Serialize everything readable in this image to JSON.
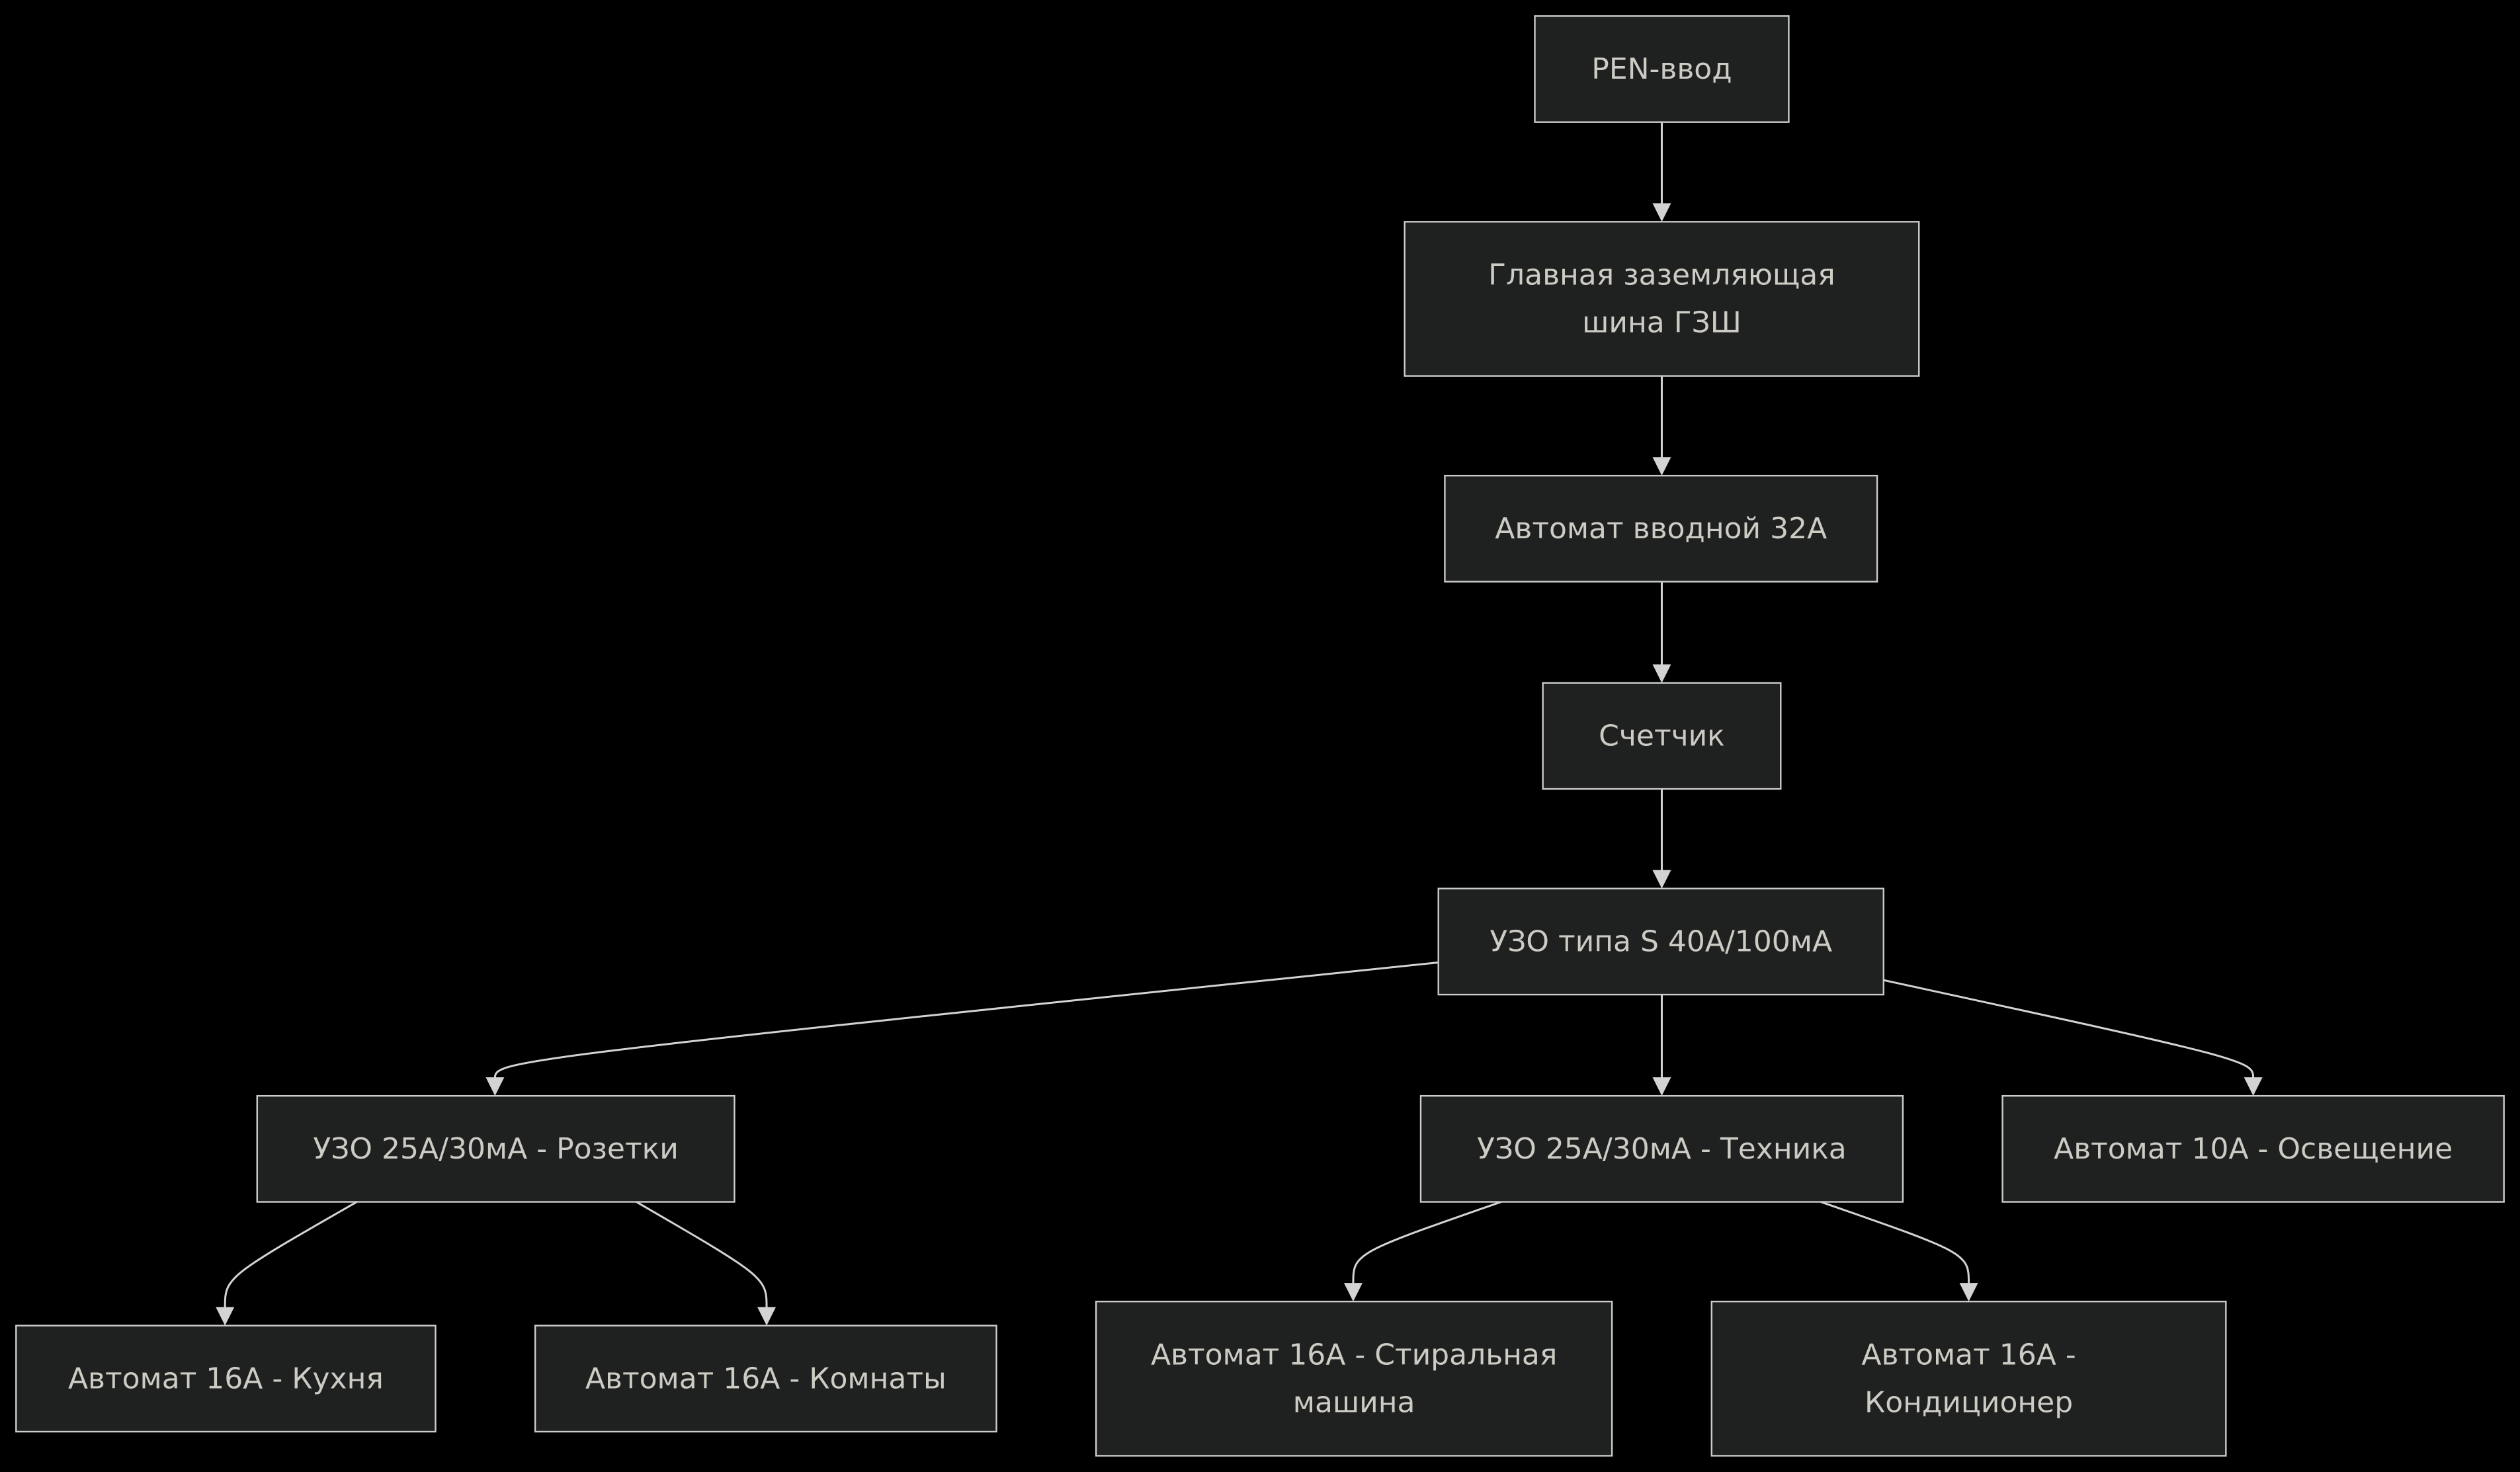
{
  "diagram": {
    "type": "flowchart",
    "direction": "top-down",
    "background": "#000000",
    "node_fill": "#1f2020",
    "node_stroke": "#cccccc",
    "text_color": "#ccccc4",
    "edge_color": "#d3d3d3",
    "nodes": [
      {
        "id": "pen",
        "lines": [
          "PEN-ввод"
        ]
      },
      {
        "id": "gzsh",
        "lines": [
          "Главная заземляющая",
          "шина ГЗШ"
        ]
      },
      {
        "id": "main_breaker",
        "lines": [
          "Автомат вводной 32А"
        ]
      },
      {
        "id": "meter",
        "lines": [
          "Счетчик"
        ]
      },
      {
        "id": "rcd_main",
        "lines": [
          "УЗО типа S 40А/100мА"
        ]
      },
      {
        "id": "rcd_sockets",
        "lines": [
          "УЗО 25А/30мА - Розетки"
        ]
      },
      {
        "id": "rcd_appliances",
        "lines": [
          "УЗО 25А/30мА - Техника"
        ]
      },
      {
        "id": "breaker_lighting",
        "lines": [
          "Автомат 10А - Освещение"
        ]
      },
      {
        "id": "breaker_kitchen",
        "lines": [
          "Автомат 16А - Кухня"
        ]
      },
      {
        "id": "breaker_rooms",
        "lines": [
          "Автомат 16А - Комнаты"
        ]
      },
      {
        "id": "breaker_washer",
        "lines": [
          "Автомат 16А - Стиральная",
          "машина"
        ]
      },
      {
        "id": "breaker_ac",
        "lines": [
          "Автомат 16А -",
          "Кондиционер"
        ]
      }
    ],
    "edges": [
      {
        "from": "pen",
        "to": "gzsh"
      },
      {
        "from": "gzsh",
        "to": "main_breaker"
      },
      {
        "from": "main_breaker",
        "to": "meter"
      },
      {
        "from": "meter",
        "to": "rcd_main"
      },
      {
        "from": "rcd_main",
        "to": "rcd_sockets"
      },
      {
        "from": "rcd_main",
        "to": "rcd_appliances"
      },
      {
        "from": "rcd_main",
        "to": "breaker_lighting"
      },
      {
        "from": "rcd_sockets",
        "to": "breaker_kitchen"
      },
      {
        "from": "rcd_sockets",
        "to": "breaker_rooms"
      },
      {
        "from": "rcd_appliances",
        "to": "breaker_washer"
      },
      {
        "from": "rcd_appliances",
        "to": "breaker_ac"
      }
    ]
  }
}
